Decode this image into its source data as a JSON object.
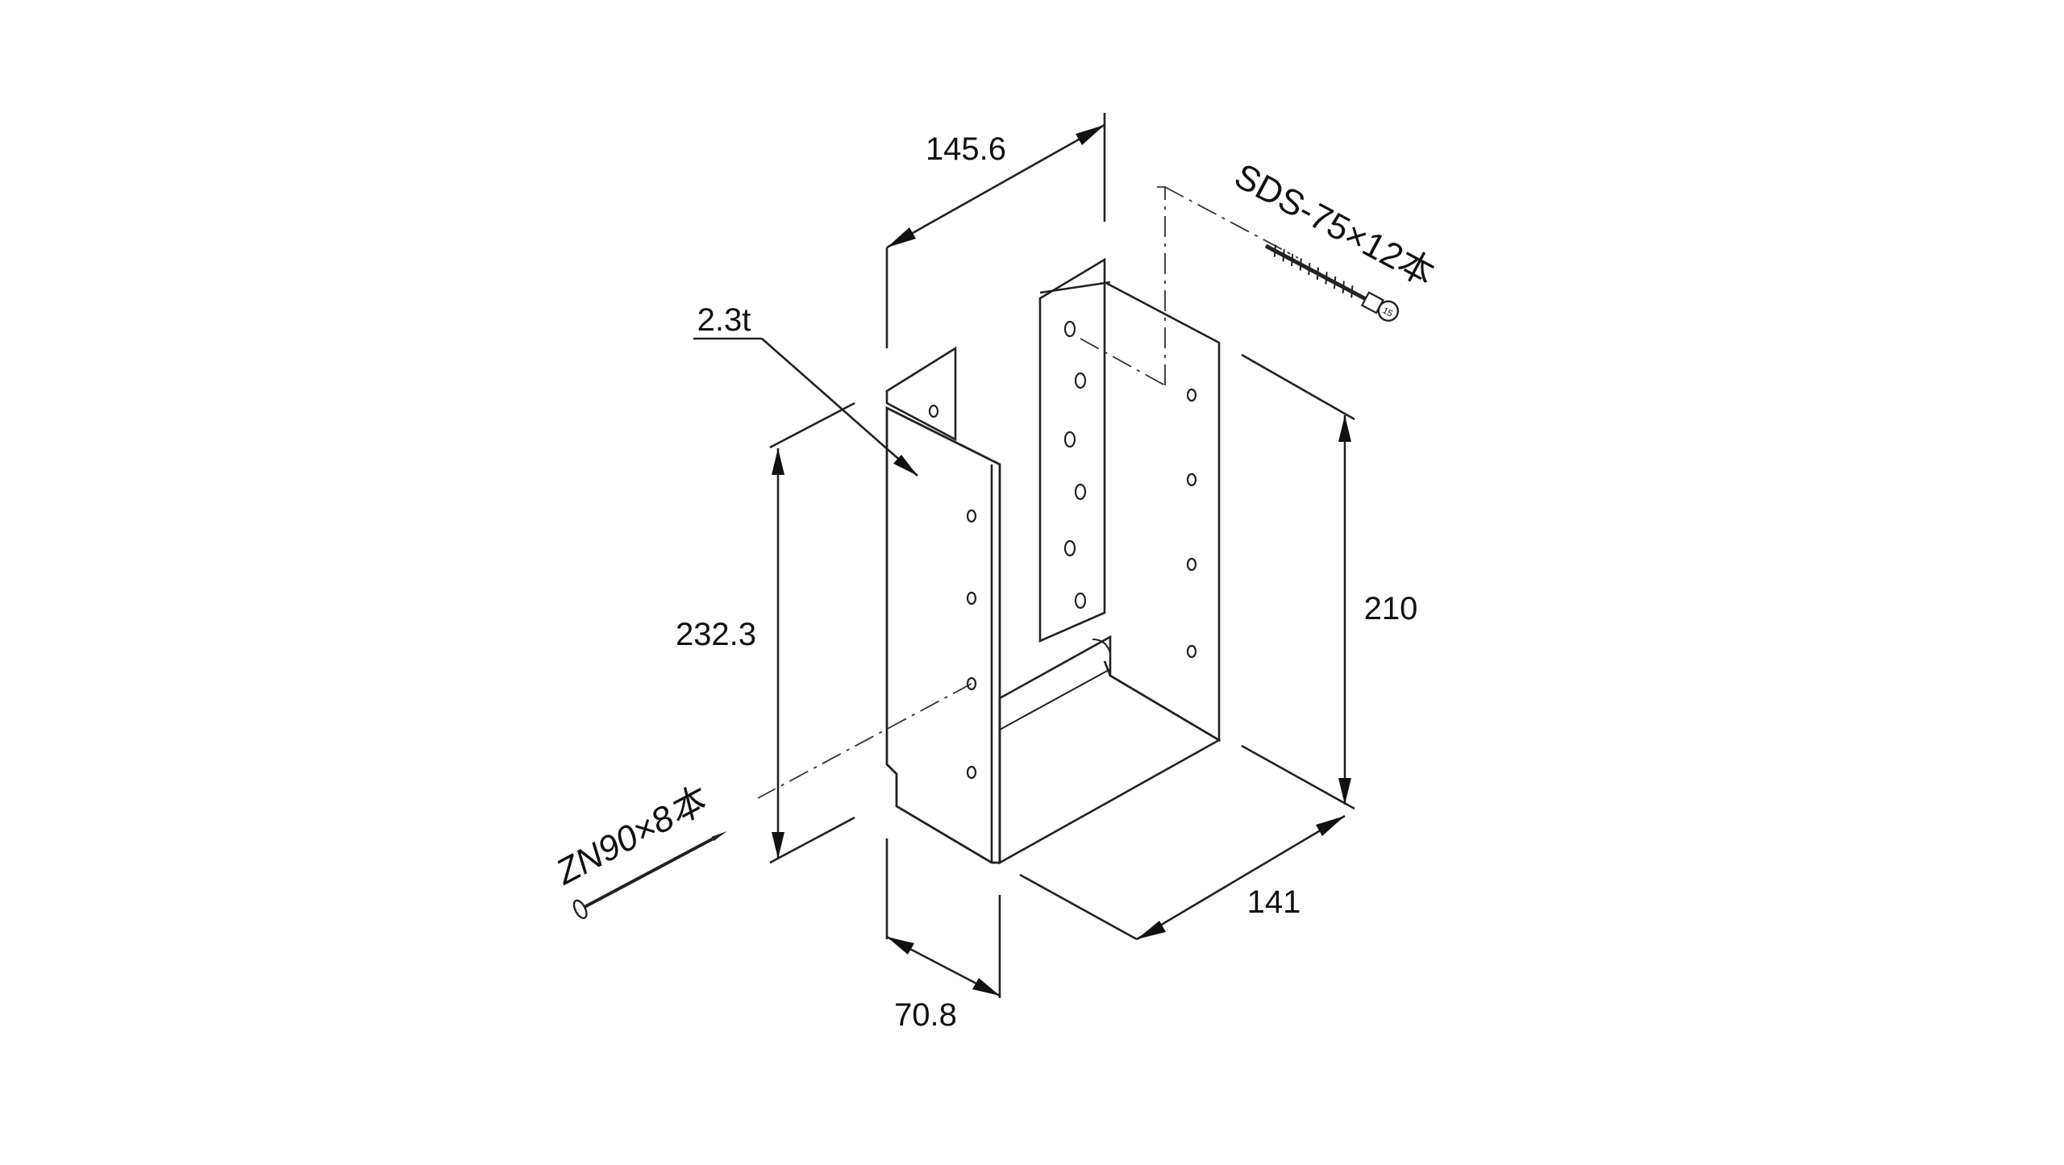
{
  "dimensions": {
    "top_width": "145.6",
    "thickness": "2.3t",
    "back_height": "210",
    "front_height": "232.3",
    "depth": "141",
    "flange_width": "70.8"
  },
  "fasteners": {
    "screw": "SDS-75×12本",
    "nail": "ZN90×8本"
  }
}
